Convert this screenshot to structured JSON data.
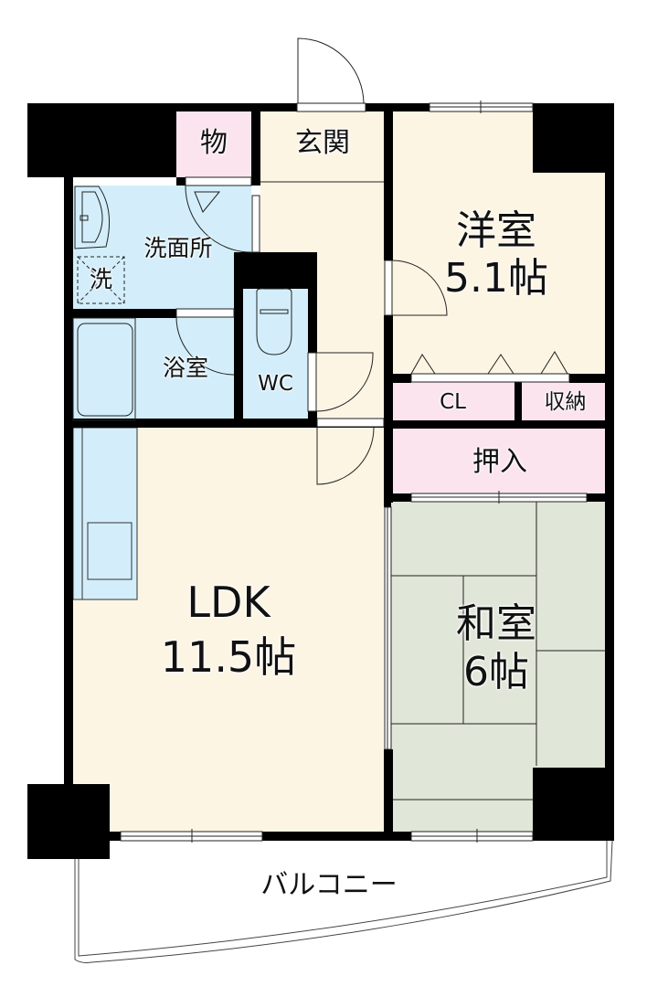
{
  "colors": {
    "wall": "#000000",
    "living_floor": "#fdf5e4",
    "wet_area": "#d3eefa",
    "storage": "#fbe4ee",
    "tatami": "#e0e6d8",
    "outline": "#111111"
  },
  "rooms": {
    "storage_mono": {
      "label": "物"
    },
    "entrance": {
      "label": "玄関"
    },
    "washroom": {
      "label": "洗面所"
    },
    "washer": {
      "label": "洗"
    },
    "bath": {
      "label": "浴室"
    },
    "toilet": {
      "label": "WC"
    },
    "western_room": {
      "label": "洋室",
      "size": "5.1帖"
    },
    "closet": {
      "label": "CL"
    },
    "storage": {
      "label": "収納"
    },
    "oshiire": {
      "label": "押入"
    },
    "ldk": {
      "label": "LDK",
      "size": "11.5帖"
    },
    "japanese_room": {
      "label": "和室",
      "size": "6帖"
    },
    "balcony": {
      "label": "バルコニー"
    }
  }
}
